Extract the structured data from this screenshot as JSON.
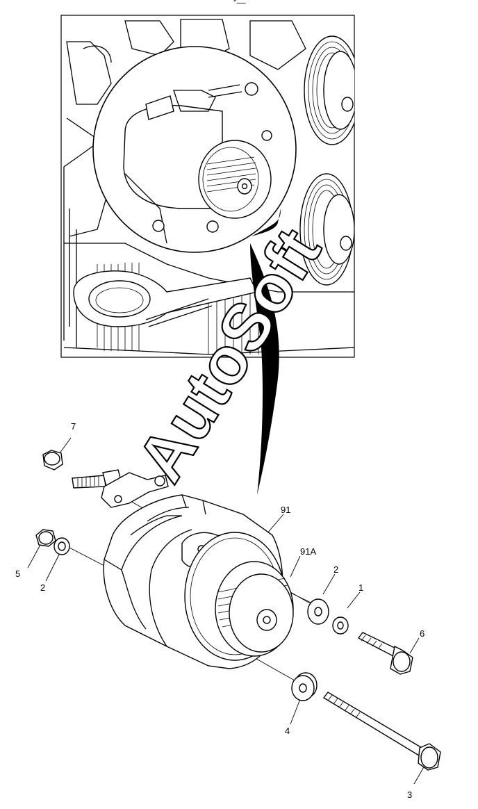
{
  "header_mark": "″—",
  "watermark": "AutoSoft",
  "callouts": {
    "c7": "7",
    "c91": "91",
    "c91A": "91A",
    "c5": "5",
    "c2_left": "2",
    "c2_right": "2",
    "c1": "1",
    "c6": "6",
    "c4": "4",
    "c3": "3"
  },
  "colors": {
    "line": "#000000",
    "background": "#ffffff"
  }
}
